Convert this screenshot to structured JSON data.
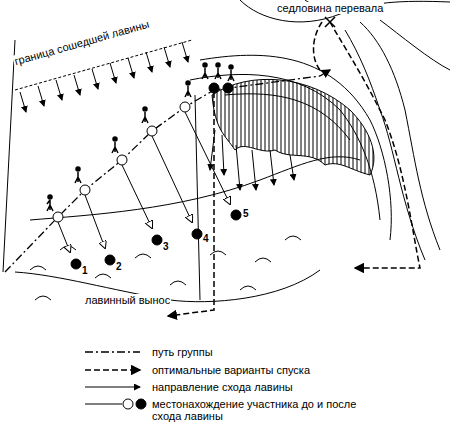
{
  "diagram": {
    "labels": [
      "седловина перевала",
      "граница сошедшей лавины",
      "лавинный вынос",
      "1",
      "2",
      "3",
      "4",
      "5"
    ],
    "legend": [
      {
        "text": "путь группы"
      },
      {
        "text": "оптимальные варианты спуска"
      },
      {
        "text": "направление схода лавины"
      },
      {
        "text": "местонахождение участника до и после схода лавины"
      }
    ]
  }
}
